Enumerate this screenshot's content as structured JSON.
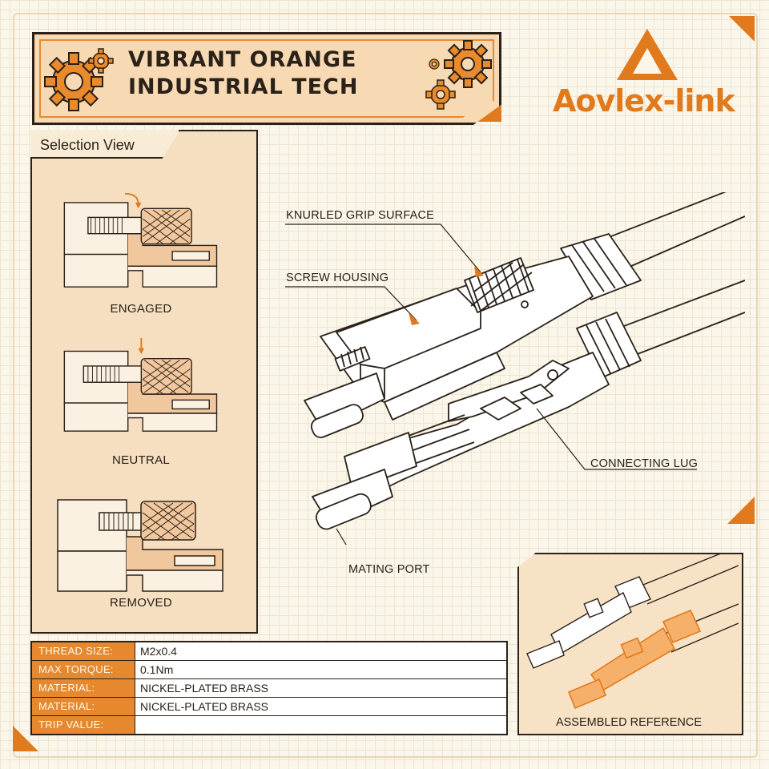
{
  "title": {
    "line1": "VIBRANT ORANGE",
    "line2": "INDUSTRIAL TECH"
  },
  "brand": {
    "name": "Aovlex-link",
    "accent": "#e07a1c",
    "ink": "#2a2118",
    "panel": "#f6dec0"
  },
  "selection_view": {
    "title": "Selection View",
    "items": [
      {
        "label": "ENGAGED"
      },
      {
        "label": "NEUTRAL"
      },
      {
        "label": "REMOVED"
      }
    ]
  },
  "callouts": {
    "knurled": "KNURLED GRIP SURFACE",
    "screw_housing": "SCREW HOUSING",
    "connecting_lug": "CONNECTING LUG",
    "mating_port": "MATING PORT"
  },
  "specs": [
    {
      "key": "THREAD SIZE:",
      "value": "M2x0.4"
    },
    {
      "key": "MAX TORQUE:",
      "value": "0.1Nm"
    },
    {
      "key": "MATERIAL:",
      "value": "NICKEL-PLATED BRASS"
    },
    {
      "key": "MATERIAL:",
      "value": "NICKEL-PLATED BRASS"
    },
    {
      "key": "TRIP VALUE:",
      "value": ""
    }
  ],
  "reference": {
    "label": "ASSEMBLED REFERENCE"
  },
  "icons": [
    "gear-icon",
    "logo-triangle-icon",
    "arrow-down-icon"
  ]
}
